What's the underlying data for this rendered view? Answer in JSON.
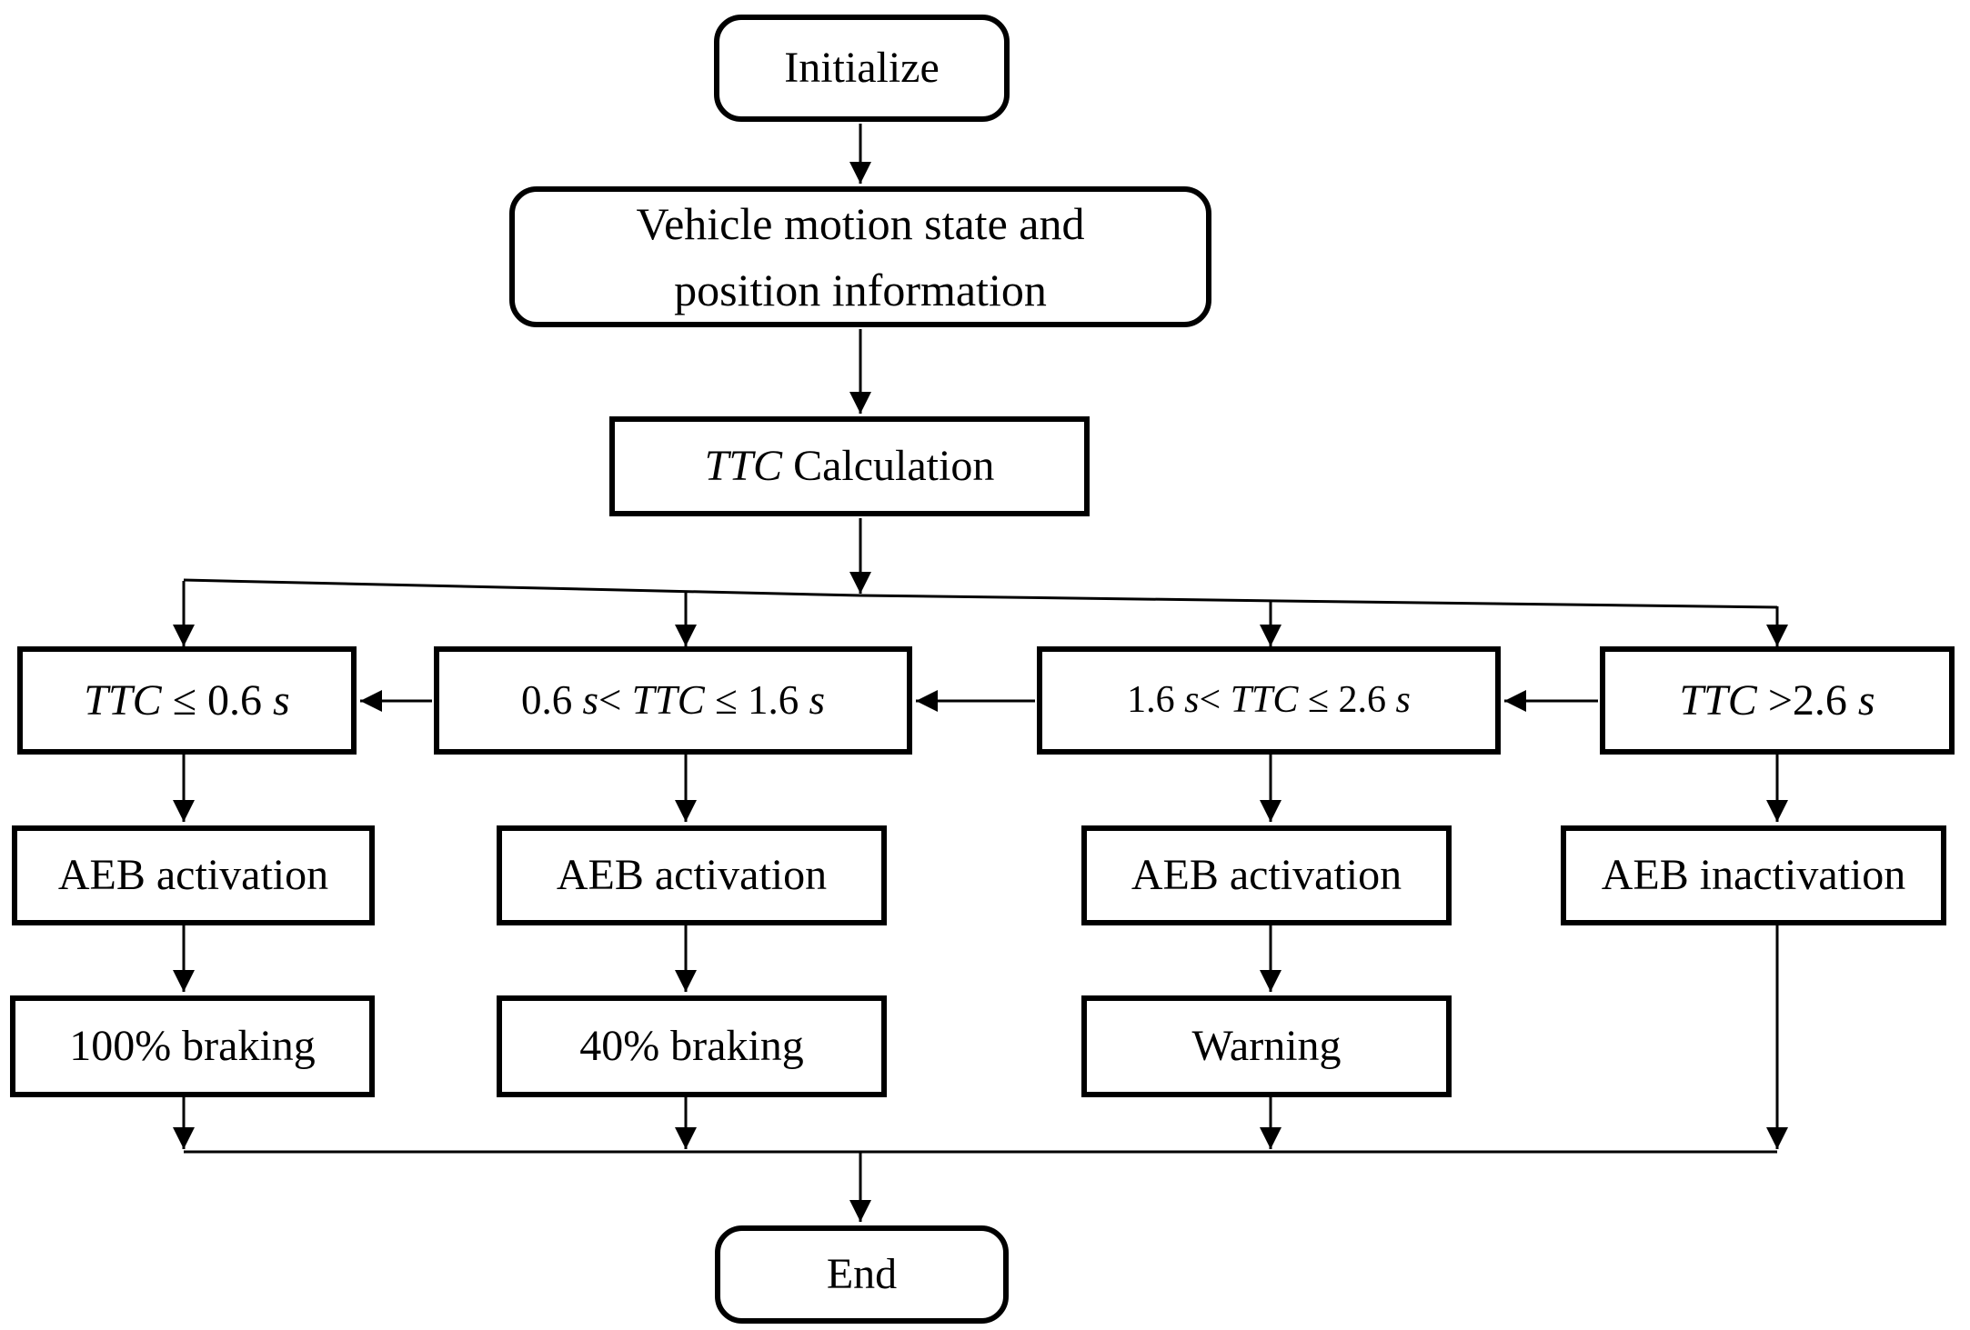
{
  "diagram": {
    "type": "flowchart",
    "colors": {
      "stroke": "#000000",
      "box_fill": "#ffffff",
      "text": "#000000",
      "background": "#ffffff"
    },
    "nodes": {
      "initialize": {
        "label": "Initialize"
      },
      "vehicle_info": {
        "line1": "Vehicle motion state and",
        "line2": "position information"
      },
      "ttc_calc": {
        "var": "TTC",
        "rest": " Calculation"
      },
      "cond1": {
        "p1": "TTC",
        "p2": " ≤ 0.6 ",
        "p3": "s"
      },
      "cond2": {
        "p1": "0.6 ",
        "p2": "s",
        "p3": "< ",
        "p4": "TTC",
        "p5": " ≤ 1.6 ",
        "p6": "s"
      },
      "cond3": {
        "p1": "1.6 ",
        "p2": "s",
        "p3": "< ",
        "p4": "TTC",
        "p5": " ≤ 2.6 ",
        "p6": "s"
      },
      "cond4": {
        "p1": "TTC",
        "p2": " >2.6 ",
        "p3": "s"
      },
      "aeb1": {
        "label": "AEB activation"
      },
      "aeb2": {
        "label": "AEB activation"
      },
      "aeb3": {
        "label": "AEB activation"
      },
      "aeb4": {
        "label": "AEB inactivation"
      },
      "action1": {
        "label": "100% braking"
      },
      "action2": {
        "label": "40% braking"
      },
      "action3": {
        "label": "Warning"
      },
      "end": {
        "label": "End"
      }
    }
  }
}
